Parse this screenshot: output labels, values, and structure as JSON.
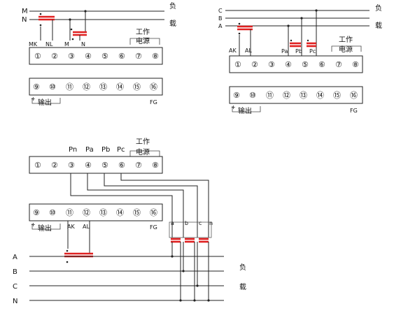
{
  "load_label": {
    "top": "负",
    "bottom": "载"
  },
  "power": {
    "line1": "工作",
    "line2": "电源"
  },
  "output_label": "输出",
  "fg_label": "FG",
  "top_terminals": [
    "①",
    "②",
    "③",
    "④",
    "⑤",
    "⑥",
    "⑦",
    "⑧"
  ],
  "bottom_terminals": [
    "⑨",
    "⑩",
    "⑪",
    "⑫",
    "⑬",
    "⑭",
    "⑮",
    "⑯"
  ],
  "diagram1": {
    "lines": [
      "M",
      "N"
    ],
    "labels": [
      "MK",
      "NL",
      "M",
      "N"
    ]
  },
  "diagram2": {
    "lines": [
      "C",
      "B",
      "A"
    ],
    "labels": [
      "AK",
      "AL",
      "Pa",
      "Pb",
      "Pc"
    ]
  },
  "diagram3": {
    "top_labels": [
      "Pn",
      "Pa",
      "Pb",
      "Pc"
    ],
    "ak_labels": [
      "AK",
      "AL"
    ],
    "pt_labels": [
      "a",
      "b",
      "c",
      "n"
    ],
    "lines": [
      "A",
      "B",
      "C",
      "N"
    ]
  },
  "colors": {
    "ct_mark": "#e02020",
    "wire": "#222222"
  }
}
